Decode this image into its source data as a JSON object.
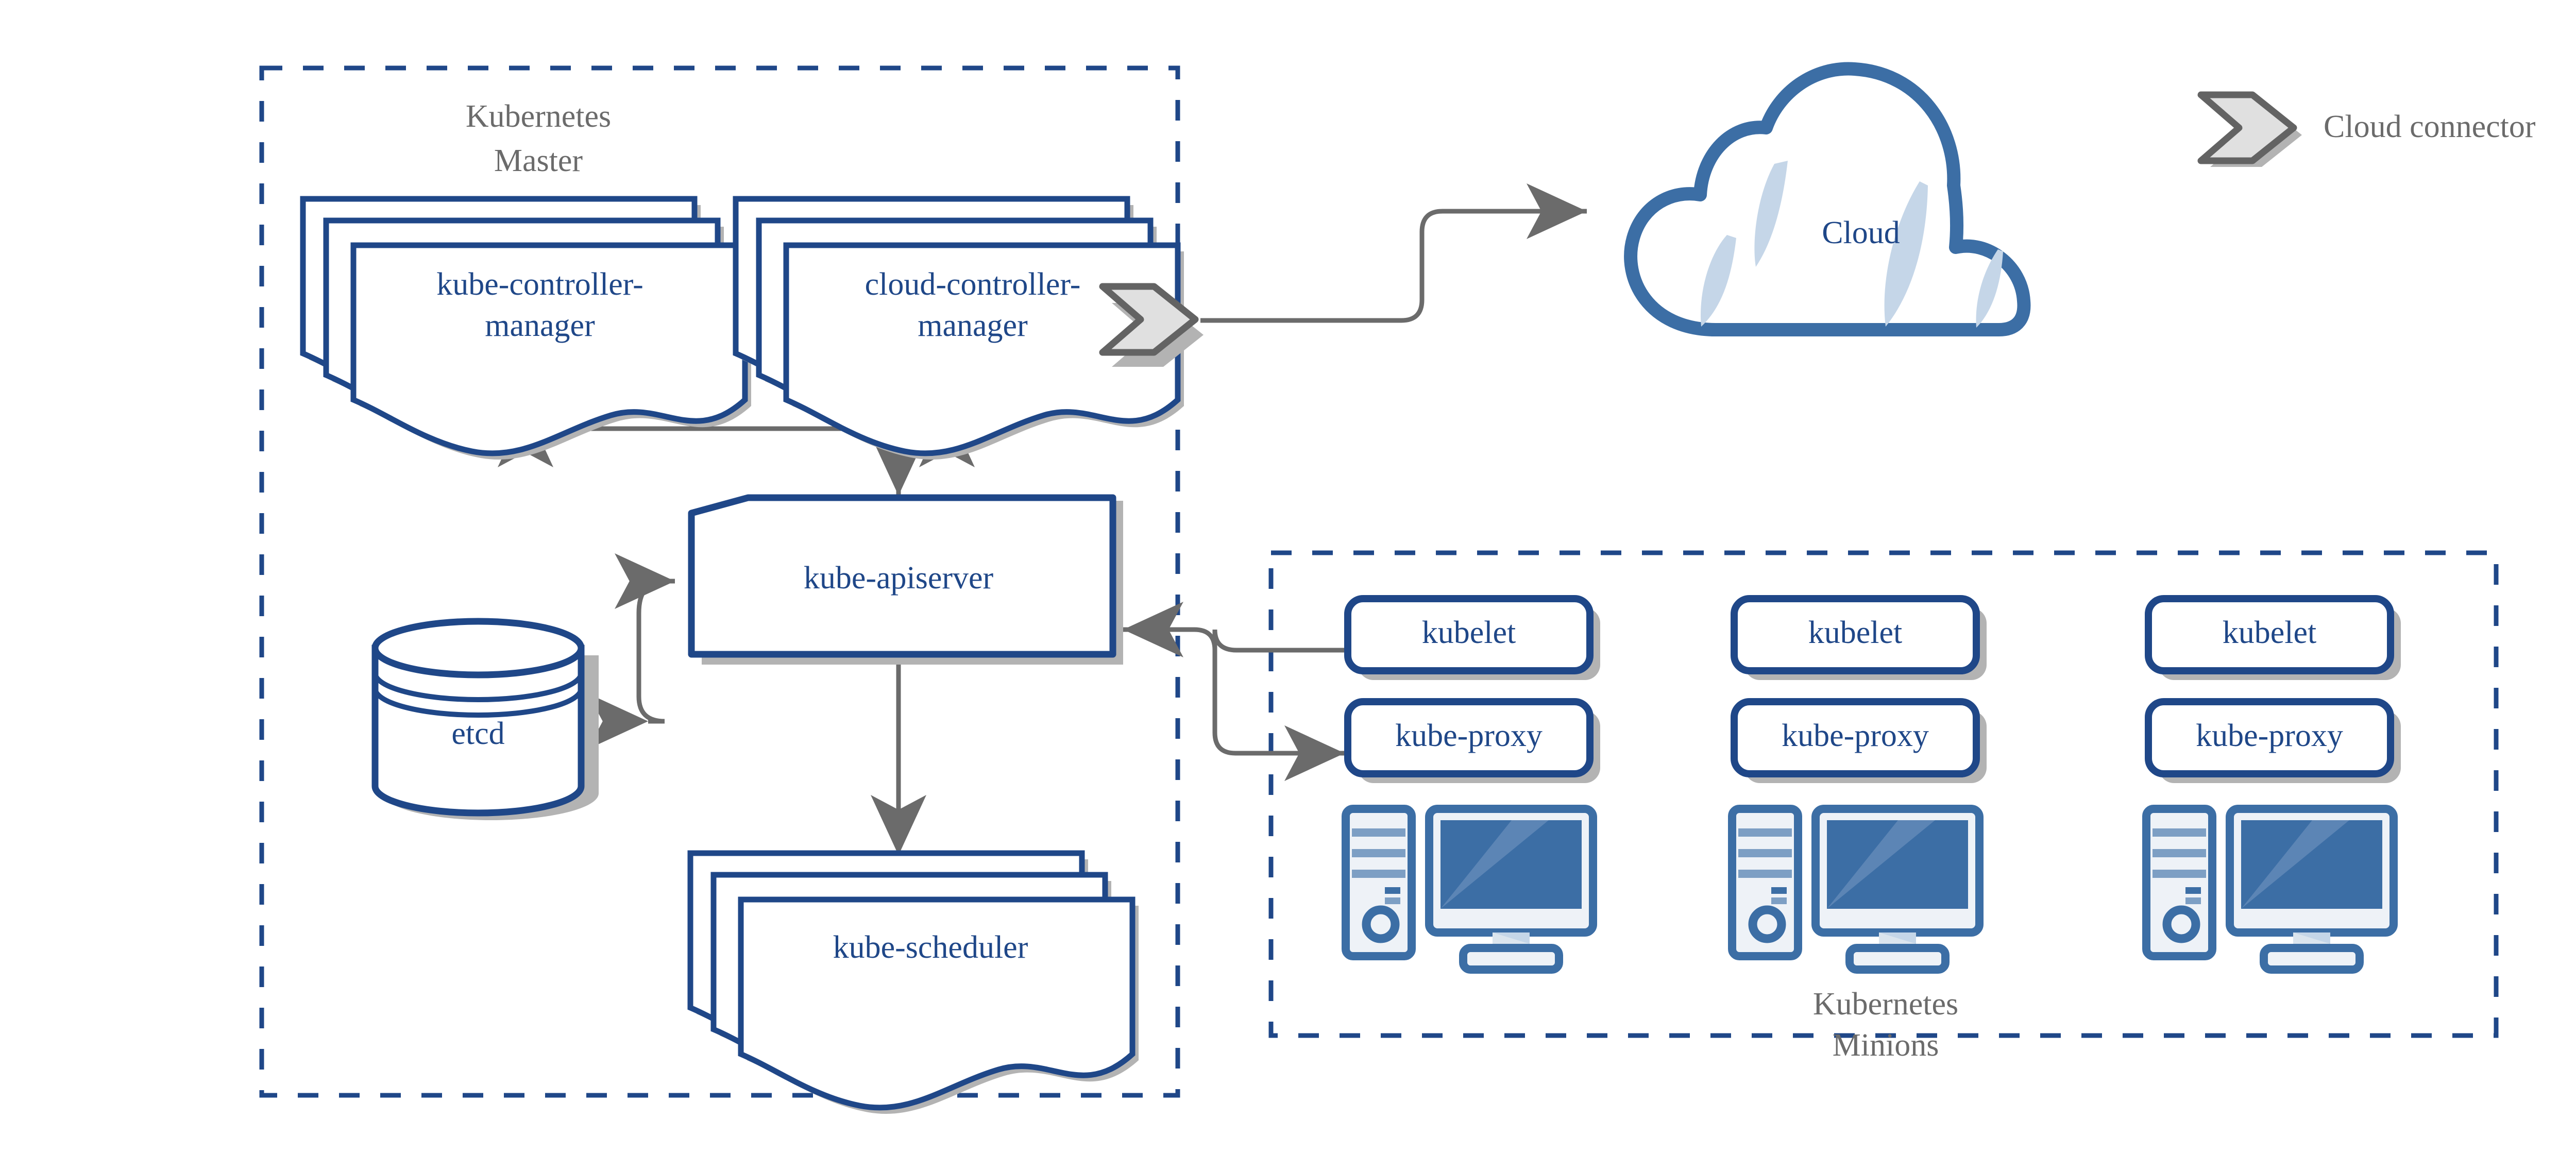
{
  "diagram": {
    "title": "Kubernetes architecture",
    "colors": {
      "border_blue": "#1f4788",
      "shape_blue": "#1f4788",
      "cloud_blue": "#3c6ea5",
      "cloud_wisp": "#c5d6e8",
      "arrow_gray": "#6b6b6b",
      "shadow_gray": "#b3b3b3",
      "connector_fill": "#e0e0e0",
      "connector_stroke": "#636363",
      "icon_blue": "#3c6ea5",
      "icon_light": "#eef2f7",
      "background": "#ffffff"
    }
  },
  "groups": {
    "master": {
      "label_line1": "Kubernetes",
      "label_line2": "Master"
    },
    "minions": {
      "label_line1": "Kubernetes",
      "label_line2": "Minions"
    }
  },
  "legend": {
    "cloud_connector_label": "Cloud connector",
    "icon": "chevron-connector-icon"
  },
  "master_components": {
    "kube_controller_manager": {
      "line1": "kube-controller-",
      "line2": "manager",
      "shape": "stacked-document"
    },
    "cloud_controller_manager": {
      "line1": "cloud-controller-",
      "line2": "manager",
      "shape": "stacked-document"
    },
    "kube_apiserver": {
      "label": "kube-apiserver",
      "shape": "pentagon-clipped-corner"
    },
    "etcd": {
      "label": "etcd",
      "shape": "cylinder-database"
    },
    "kube_scheduler": {
      "label": "kube-scheduler",
      "shape": "stacked-document"
    }
  },
  "cloud": {
    "label": "Cloud",
    "shape": "cloud"
  },
  "minion_nodes": [
    {
      "kubelet": "kubelet",
      "kube_proxy": "kube-proxy",
      "icon": "desktop-computer-icon"
    },
    {
      "kubelet": "kubelet",
      "kube_proxy": "kube-proxy",
      "icon": "desktop-computer-icon"
    },
    {
      "kubelet": "kubelet",
      "kube_proxy": "kube-proxy",
      "icon": "desktop-computer-icon"
    }
  ],
  "connections": [
    {
      "from": "cloud-controller-manager",
      "to": "cloud",
      "style": "single-arrow"
    },
    {
      "from": "kube-apiserver",
      "to": "kube-controller-manager",
      "style": "single-arrow"
    },
    {
      "from": "kube-apiserver",
      "to": "cloud-controller-manager",
      "style": "single-arrow"
    },
    {
      "from": "etcd",
      "to": "kube-apiserver",
      "style": "double-arrow"
    },
    {
      "from": "kube-apiserver",
      "to": "kube-scheduler",
      "style": "double-arrow"
    },
    {
      "from": "kubelet",
      "to": "kube-apiserver",
      "style": "single-arrow"
    },
    {
      "from": "kube-apiserver",
      "to": "kube-proxy",
      "style": "single-arrow"
    }
  ]
}
